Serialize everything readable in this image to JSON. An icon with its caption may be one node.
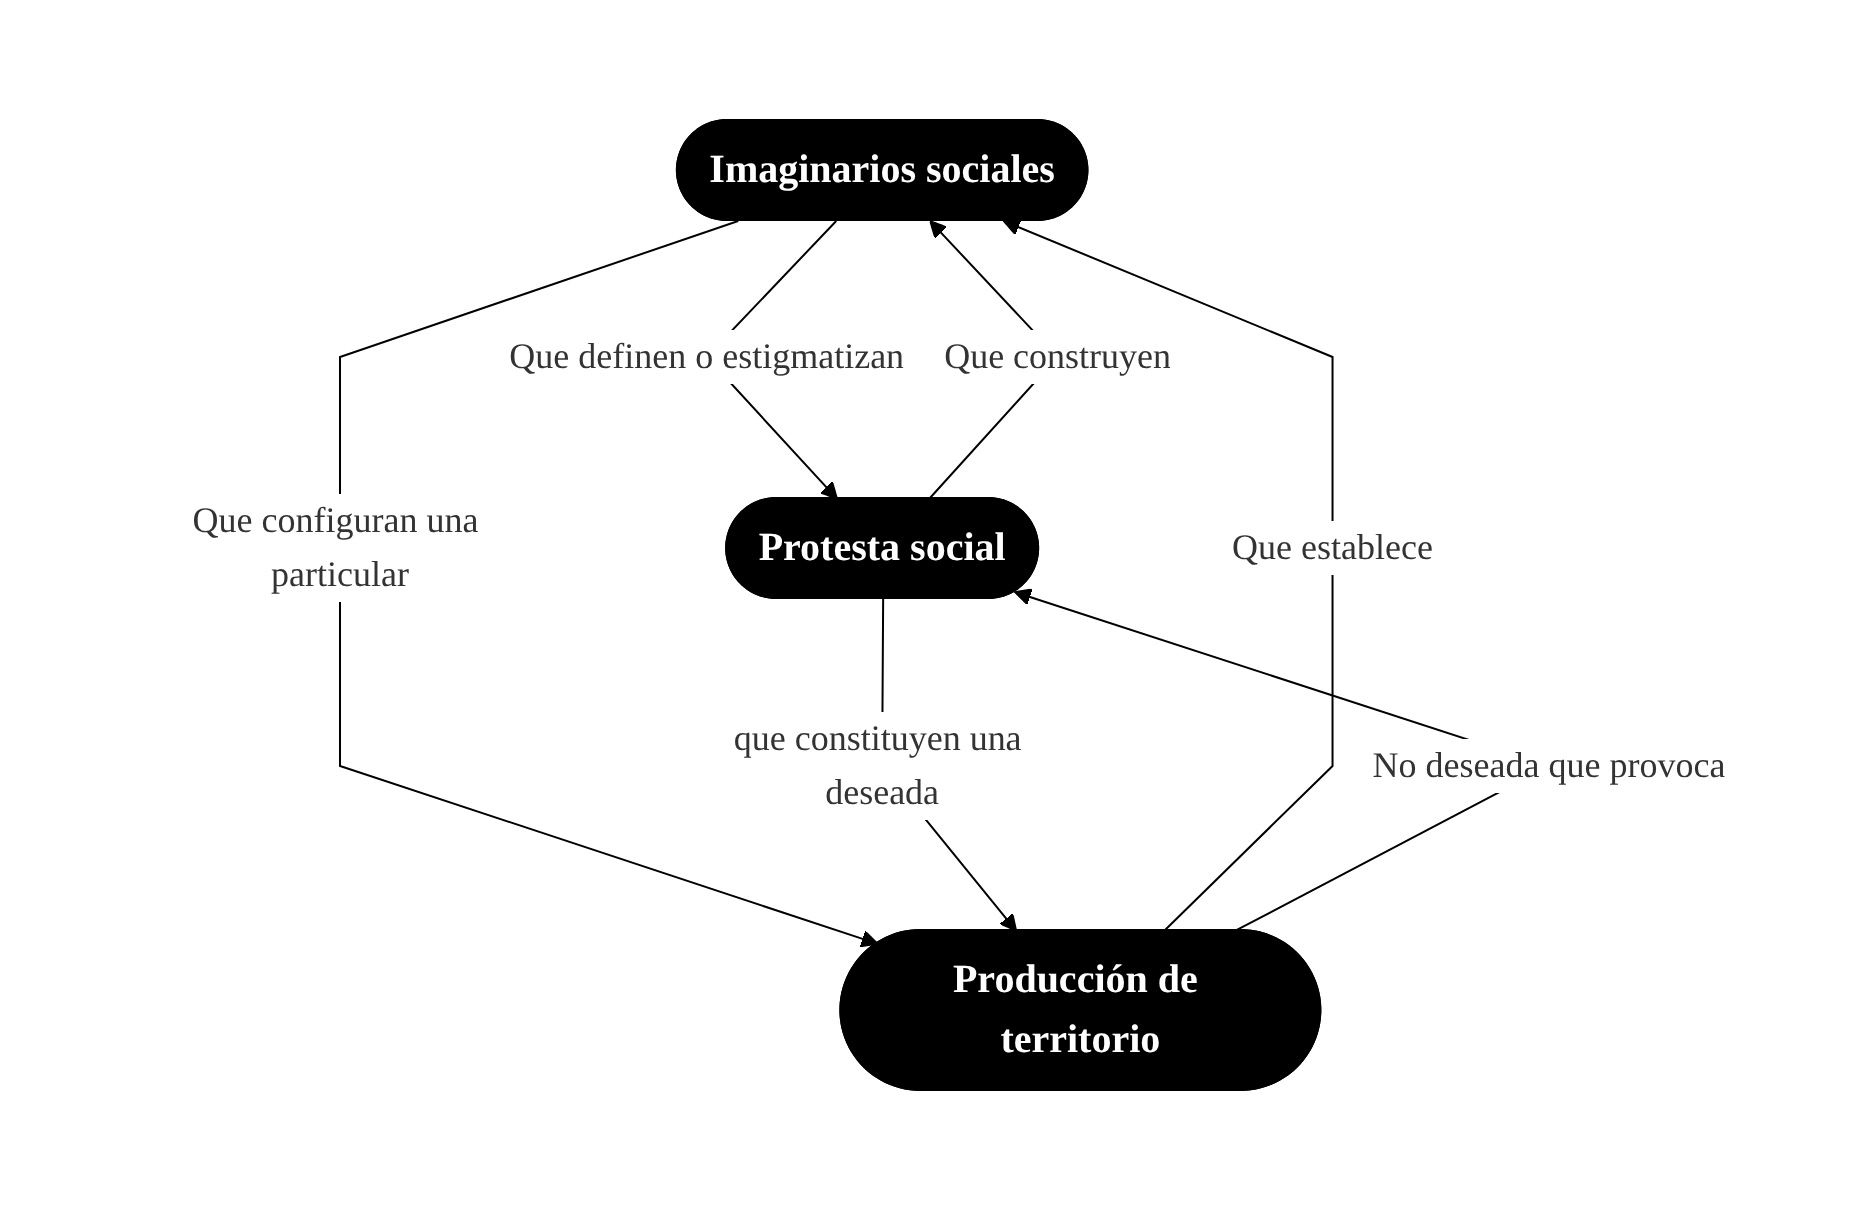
{
  "diagram": {
    "nodes": [
      {
        "text": [
          "Imaginarios sociales"
        ]
      },
      {
        "text": [
          "Protesta social"
        ]
      },
      {
        "text": [
          "Producción de territorio"
        ]
      }
    ],
    "edges": [
      {
        "from": 0,
        "to": 1,
        "arrow": "to",
        "label": "Que definen o estigmatizan"
      },
      {
        "from": 1,
        "to": 0,
        "arrow": "to",
        "label": "Que construyen"
      },
      {
        "from": 0,
        "to": 2,
        "arrow": "to",
        "label": "Que configuran una particular"
      },
      {
        "from": 2,
        "to": 0,
        "arrow": "to",
        "label": "Que establece"
      },
      {
        "from": 1,
        "to": 2,
        "arrow": "to",
        "label": "que constituyen una deseada"
      },
      {
        "from": 2,
        "to": 1,
        "arrow": "to",
        "label": "No deseada que provoca"
      }
    ]
  }
}
